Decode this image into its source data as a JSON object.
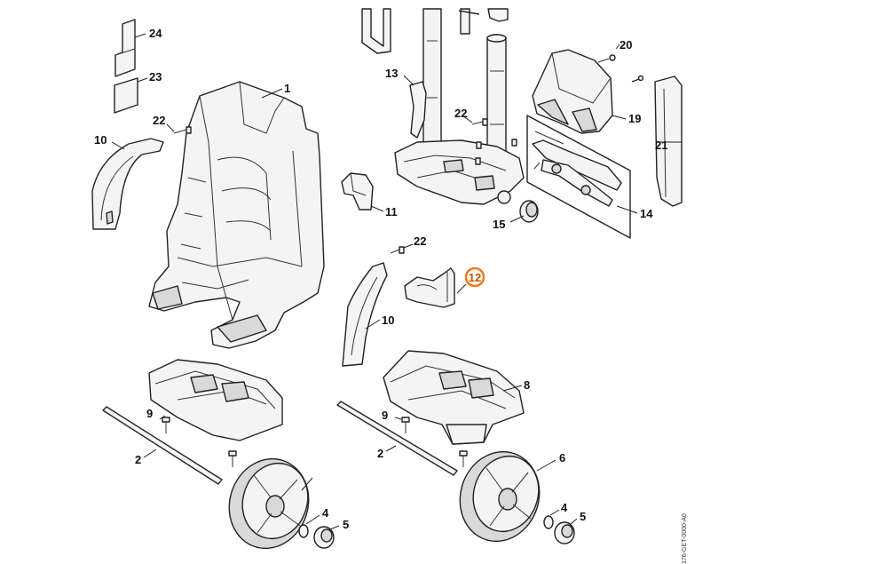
{
  "diagram": {
    "document_id": "176-GET-0000-A0",
    "highlight_color": "#f07a1a",
    "highlighted_callout": "12",
    "callouts": {
      "c1": "1",
      "c2a": "2",
      "c2b": "2",
      "c4a": "4",
      "c4b": "4",
      "c5a": "5",
      "c5b": "5",
      "c6": "6",
      "c8": "8",
      "c9a": "9",
      "c9b": "9",
      "c10a": "10",
      "c10b": "10",
      "c11": "11",
      "c12": "12",
      "c13": "13",
      "c14": "14",
      "c15": "15",
      "c19": "19",
      "c20": "20",
      "c21": "21",
      "c22a": "22",
      "c22b": "22",
      "c22c": "22",
      "c23": "23",
      "c24": "24"
    }
  }
}
